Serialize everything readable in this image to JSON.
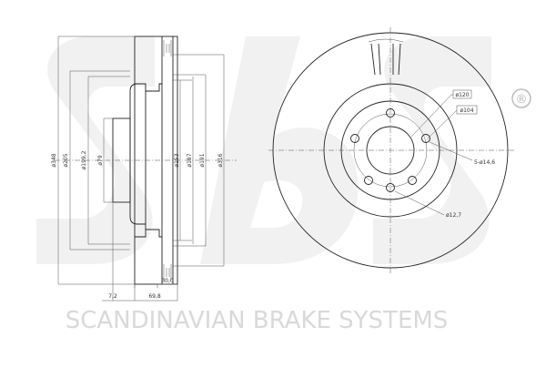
{
  "brand": {
    "company": "SCANDINAVIAN BRAKE SYSTEMS",
    "registered_mark": "®",
    "watermark_color": "#e4e4e4"
  },
  "side_view": {
    "diameters": [
      "ø348",
      "ø205",
      "ø199,2",
      "ø79",
      "ø153",
      "ø187",
      "ø191",
      "ø316"
    ],
    "thickness": "30,0",
    "offset_left": "7,2",
    "height": "69,8"
  },
  "front_view": {
    "pcd_outer": "ø120",
    "pcd_inner": "ø104",
    "bolt_holes": "5-ø14,6",
    "hole_small": "ø12,7"
  }
}
